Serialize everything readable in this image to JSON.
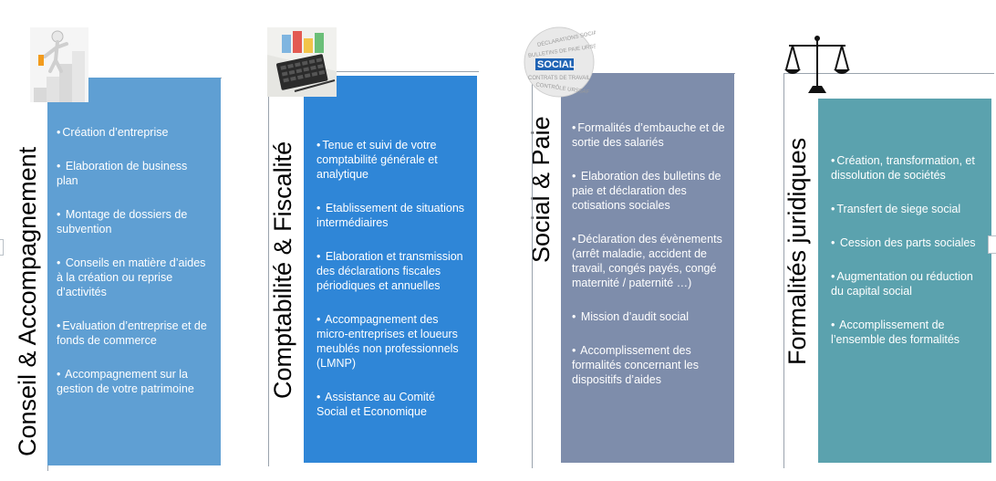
{
  "columns": [
    {
      "title": "Conseil & Accompagnement",
      "color": "#5f9fd3",
      "icon": "staircase-figure-icon",
      "items": [
        "Création d’entreprise",
        " Elaboration de business plan",
        " Montage de dossiers de subvention",
        " Conseils en matière d’aides à la création ou reprise d’activités",
        "Evaluation d’entreprise et de fonds de commerce",
        " Accompagnement sur la gestion de votre patrimoine"
      ]
    },
    {
      "title": "Comptabilité & Fiscalité",
      "color": "#2f86d7",
      "icon": "calculator-icon",
      "items": [
        "Tenue et suivi de votre comptabilité générale et analytique",
        " Etablissement de situations intermédiaires",
        " Elaboration et transmission des déclarations fiscales périodiques et annuelles",
        " Accompagnement des micro-entreprises et loueurs meublés non professionnels (LMNP)",
        " Assistance au Comité Social et Economique"
      ]
    },
    {
      "title": "Social & Paie",
      "color": "#7e8dab",
      "icon": "social-word-sphere-icon",
      "sphere_words": [
        "DÉCLARATIONS SOCIALES",
        "BULLETINS DE PAIE URSSAF",
        "SOCIAL",
        "CONTRATS DE TRAVAIL",
        "CONTRÔLE URSSAF"
      ],
      "items": [
        "Formalités d’embauche et de sortie des salariés",
        " Elaboration des bulletins de paie et déclaration des cotisations sociales",
        "Déclaration des évènements (arrêt maladie, accident de travail, congés payés, congé maternité / paternité …)",
        " Mission d’audit social",
        " Accomplissement des formalités concernant les dispositifs d’aides"
      ]
    },
    {
      "title": "Formalités juridiques",
      "color": "#5ba2ae",
      "icon": "balance-scale-icon",
      "items": [
        "Création, transformation, et dissolution de sociétés",
        "Transfert de siege social",
        " Cession des parts sociales",
        "Augmentation ou réduction du capital social",
        " Accomplissement de l’ensemble des formalités"
      ]
    }
  ]
}
